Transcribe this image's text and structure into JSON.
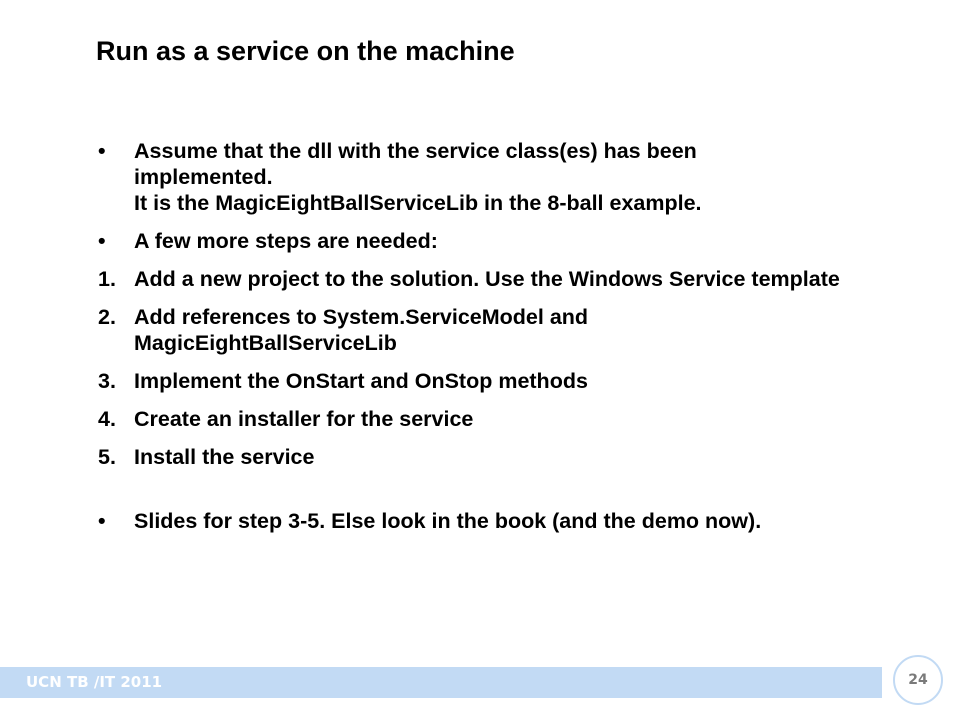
{
  "slide": {
    "title": "Run as a service on the machine",
    "bullet_marker": "•",
    "items": [
      {
        "marker": "•",
        "lines": [
          "Assume that the dll with the service class(es) has been implemented.",
          "It is the MagicEightBallServiceLib in the 8-ball example."
        ]
      },
      {
        "marker": "•",
        "lines": [
          "A few more steps are needed:"
        ]
      },
      {
        "marker": "1.",
        "lines": [
          "Add a new project to the solution. Use the Windows Service template"
        ]
      },
      {
        "marker": "2.",
        "lines": [
          "Add references to System.ServiceModel and MagicEightBallServiceLib"
        ]
      },
      {
        "marker": "3.",
        "lines": [
          "Implement the OnStart and OnStop methods"
        ]
      },
      {
        "marker": "4.",
        "lines": [
          "Create an installer for the service"
        ]
      },
      {
        "marker": "5.",
        "lines": [
          "Install the service"
        ]
      },
      {
        "marker": "•",
        "lines": [
          "Slides for step 3-5. Else look in the book (and the demo now)."
        ]
      }
    ]
  },
  "footer": {
    "text": "UCN TB /IT 2011",
    "page_number": "24",
    "bar_color": "#c2daf4"
  }
}
